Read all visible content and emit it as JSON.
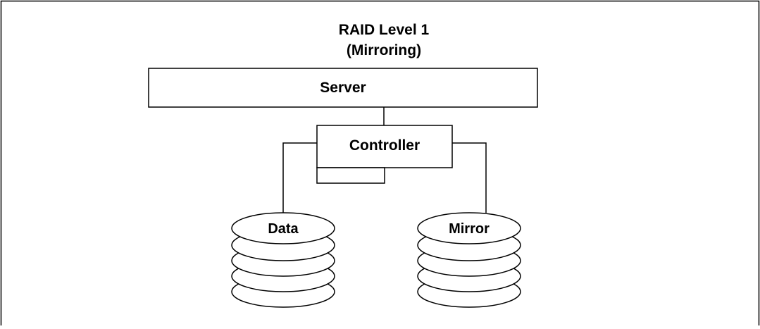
{
  "diagram": {
    "title": "RAID Level 1",
    "subtitle": "(Mirroring)",
    "server_label": "Server",
    "controller_label": "Controller",
    "disks": [
      {
        "label": "Data"
      },
      {
        "label": "Mirror"
      }
    ]
  }
}
